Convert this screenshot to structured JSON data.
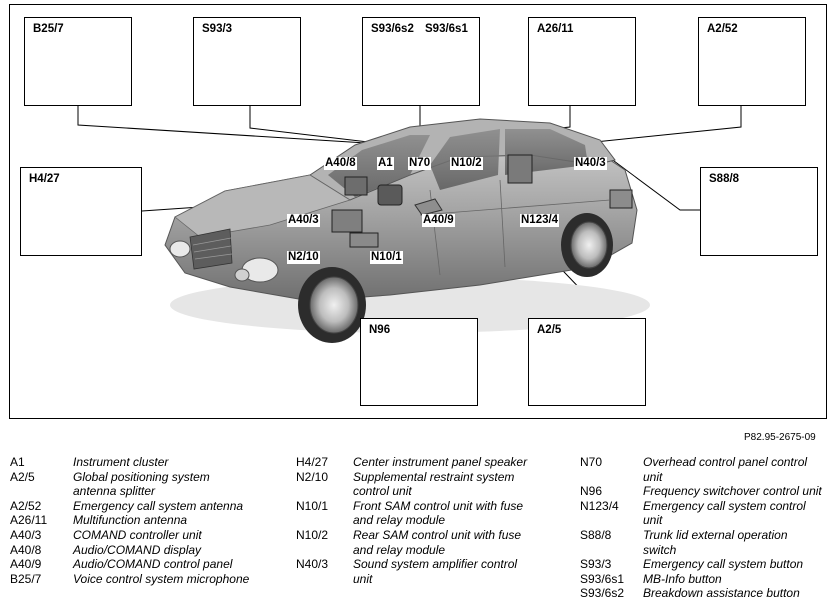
{
  "components": [
    {
      "code": "B25/7"
    },
    {
      "code": "S93/3"
    },
    {
      "code": "S93/6s2"
    },
    {
      "code": "S93/6s1"
    },
    {
      "code": "A26/11"
    },
    {
      "code": "A2/52"
    },
    {
      "code": "H4/27"
    },
    {
      "code": "S88/8"
    },
    {
      "code": "N96"
    },
    {
      "code": "A2/5"
    }
  ],
  "car_callouts": [
    "A40/8",
    "A1",
    "N70",
    "N10/2",
    "N40/3",
    "A40/3",
    "A40/9",
    "N123/4",
    "N2/10",
    "N10/1"
  ],
  "reference": "P82.95-2675-09",
  "legend": {
    "col1": [
      {
        "code": "A1",
        "desc": "Instrument cluster"
      },
      {
        "code": "A2/5",
        "desc": "Global positioning system antenna splitter"
      },
      {
        "code": "A2/52",
        "desc": "Emergency call system antenna"
      },
      {
        "code": "A26/11",
        "desc": "Multifunction antenna"
      },
      {
        "code": "A40/3",
        "desc": "COMAND controller unit"
      },
      {
        "code": "A40/8",
        "desc": "Audio/COMAND display"
      },
      {
        "code": "A40/9",
        "desc": "Audio/COMAND control panel"
      },
      {
        "code": "B25/7",
        "desc": "Voice control system microphone"
      }
    ],
    "col2": [
      {
        "code": "H4/27",
        "desc": "Center instrument panel speaker"
      },
      {
        "code": "N2/10",
        "desc": "Supplemental restraint system control unit"
      },
      {
        "code": "N10/1",
        "desc": "Front SAM control unit with fuse and relay module"
      },
      {
        "code": "N10/2",
        "desc": "Rear SAM control unit with fuse and relay module"
      },
      {
        "code": "N40/3",
        "desc": "Sound system amplifier control unit"
      }
    ],
    "col3": [
      {
        "code": "N70",
        "desc": "Overhead control panel control unit"
      },
      {
        "code": "N96",
        "desc": "Frequency switchover control unit"
      },
      {
        "code": "N123/4",
        "desc": "Emergency call system control unit"
      },
      {
        "code": "S88/8",
        "desc": "Trunk lid external operation switch"
      },
      {
        "code": "S93/3",
        "desc": "Emergency call system button"
      },
      {
        "code": "S93/6s1",
        "desc": "MB-Info button"
      },
      {
        "code": "S93/6s2",
        "desc": "Breakdown assistance button"
      }
    ]
  }
}
